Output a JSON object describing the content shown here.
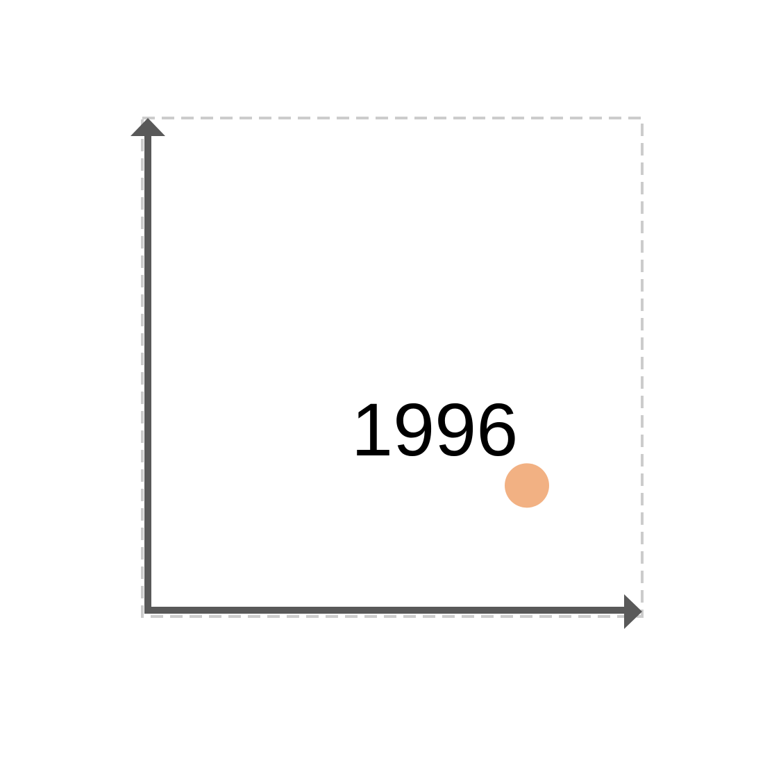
{
  "chart_data": {
    "type": "scatter",
    "title": "",
    "xlabel": "",
    "ylabel": "",
    "annotation": "1996",
    "xlim": [
      0,
      1
    ],
    "ylim": [
      0,
      1
    ],
    "grid": false,
    "axes_style": "arrows",
    "plot_frame": "dashed",
    "series": [
      {
        "points": [
          {
            "x": 0.78,
            "y": 0.26
          }
        ]
      }
    ]
  },
  "colors": {
    "axis": "#595959",
    "frame": "#cccccc",
    "point": "#f2b183",
    "text": "#000000",
    "background": "#ffffff"
  }
}
